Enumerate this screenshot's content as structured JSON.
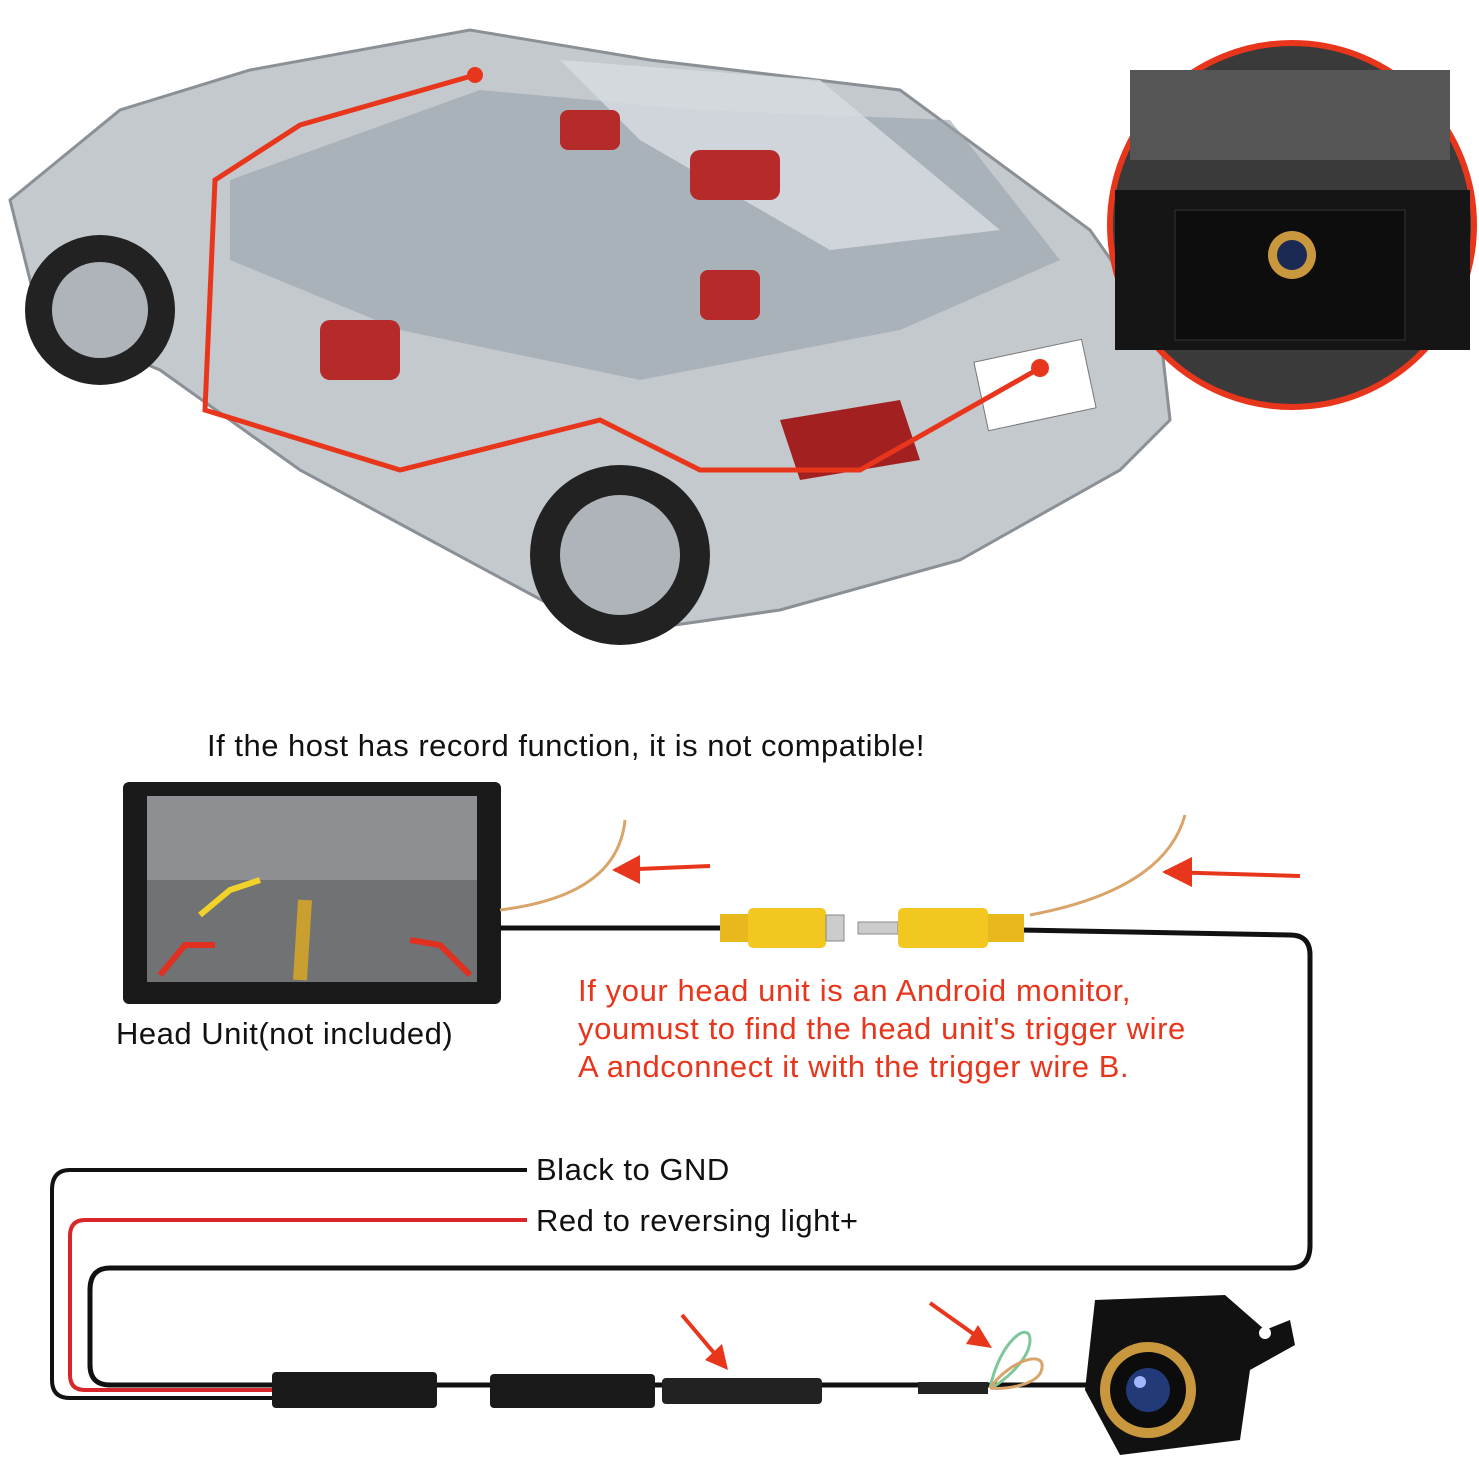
{
  "notice": "If the host has record function, it is not compatible!",
  "head_unit_label": "Head Unit(not included)",
  "android_note": {
    "lines": [
      "If your head unit is an Android monitor,",
      "youmust to find the head unit's trigger wire",
      "A andconnect it with the trigger wire B."
    ]
  },
  "wire_labels": {
    "black": "Black to GND",
    "red": "Red to reversing light+"
  },
  "colors": {
    "accent_red": "#e8361c",
    "wire_black": "#111111",
    "wire_red": "#d9262a",
    "rca_yellow": "#f2c71f",
    "trigger_wire": "#d9a46a",
    "car_body": "#b9bec4"
  }
}
